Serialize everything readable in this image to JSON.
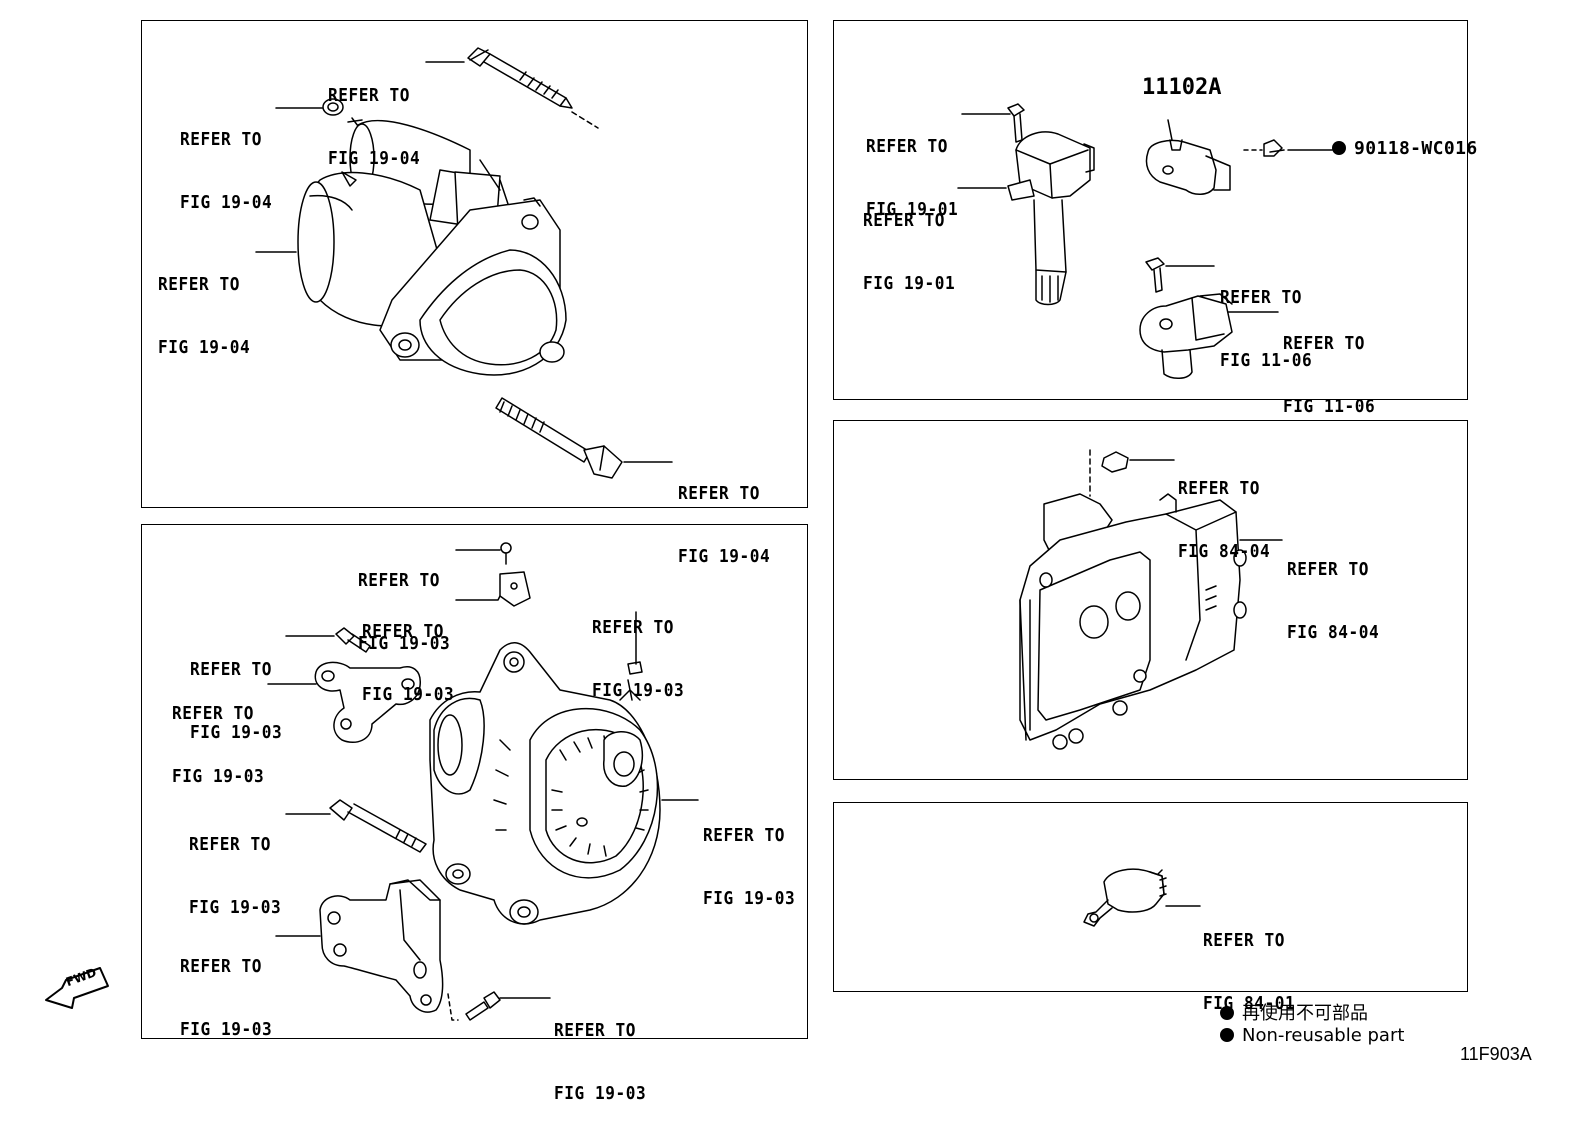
{
  "diagram_id": "11F903A",
  "legend": {
    "jp": "再使用不可部品",
    "en": "Non-reusable part"
  },
  "fwd_label": "FWD",
  "part_numbers": {
    "cam_sensor": "11102A",
    "bolt": "90118-WC016"
  },
  "callouts": {
    "refer_to": "REFER TO",
    "starter_bolt_top": "FIG 19-04",
    "starter_nut": "FIG 19-04",
    "starter_body": "FIG 19-04",
    "starter_bolt_bottom": "FIG 19-04",
    "alt_bolt_small": "FIG 19-03",
    "alt_plate": "FIG 19-03",
    "alt_cap": "FIG 19-03",
    "alt_bolt_bracket": "FIG 19-03",
    "alt_bracket": "FIG 19-03",
    "alternator": "FIG 19-03",
    "alt_long_bolt": "FIG 19-03",
    "alt_lower_bracket": "FIG 19-03",
    "alt_bottom_bolt": "FIG 19-03",
    "coil_bolt": "FIG 19-01",
    "coil": "FIG 19-01",
    "crank_bolt": "FIG 11-06",
    "crank_sensor": "FIG 11-06",
    "ecu_nut": "FIG 84-04",
    "ecu": "FIG 84-04",
    "oil_switch": "FIG 84-01"
  }
}
